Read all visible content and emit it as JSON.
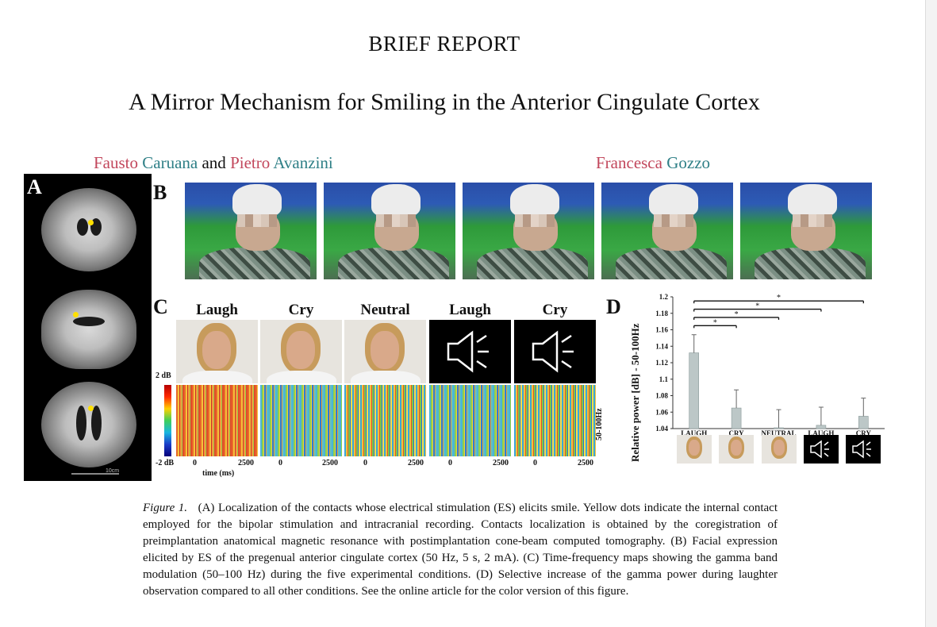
{
  "header": {
    "report_label": "BRIEF REPORT",
    "title": "A Mirror Mechanism for Smiling in the Anterior Cingulate Cortex"
  },
  "authors": [
    {
      "first": "Fausto",
      "last": "Caruana"
    },
    {
      "first": "Pietro",
      "last": "Avanzini"
    },
    {
      "first": "Francesca",
      "last": "Gozzo"
    }
  ],
  "authors_joiner": "and",
  "figure": {
    "panels": {
      "a": "A",
      "b": "B",
      "c": "C",
      "d": "D"
    },
    "panel_a_scale": "10cm",
    "conditions": [
      "Laugh",
      "Cry",
      "Neutral",
      "Laugh",
      "Cry"
    ],
    "colorbar_top": "2 dB",
    "colorbar_bottom": "-2 dB",
    "tf_tick_start": "0",
    "tf_tick_end": "2500",
    "tf_xlabel": "time (ms)",
    "tf_band_label": "50-100Hz",
    "icon_names": {
      "speaker": "speaker-icon",
      "photo": "face-photo"
    }
  },
  "chart_data": {
    "type": "bar",
    "categories": [
      "LAUGH",
      "CRY",
      "NEUTRAL",
      "LAUGH",
      "CRY"
    ],
    "values": [
      1.132,
      1.065,
      1.041,
      1.044,
      1.055
    ],
    "errors": [
      0.022,
      0.022,
      0.022,
      0.022,
      0.022
    ],
    "ylabel": "Relative power [dB] - 50-100Hz",
    "ylim": [
      1.04,
      1.2
    ],
    "yticks": [
      "1.04",
      "1.06",
      "1.08",
      "1.1",
      "1.12",
      "1.14",
      "1.16",
      "1.18",
      "1.2"
    ],
    "significance_marker": "*",
    "significance_pairs": [
      [
        "LAUGH",
        "CRY"
      ],
      [
        "LAUGH",
        "NEUTRAL"
      ],
      [
        "LAUGH",
        "LAUGH"
      ],
      [
        "LAUGH",
        "CRY"
      ]
    ],
    "bar_color": "#bcc7c7"
  },
  "caption": {
    "label": "Figure 1.",
    "text": "(A) Localization of the contacts whose electrical stimulation (ES) elicits smile. Yellow dots indicate the internal contact employed for the bipolar stimulation and intracranial recording. Contacts localization is obtained by the coregistration of preimplantation anatomical magnetic resonance with postimplantation cone-beam computed tomography. (B) Facial expression elicited by ES of the pregenual anterior cingulate cortex (50 Hz, 5 s, 2 mA). (C) Time-frequency maps showing the gamma band modulation (50–100 Hz) during the five experimental conditions. (D) Selective increase of the gamma power during laughter observation compared to all other conditions. See the online article for the color version of this figure."
  },
  "colors": {
    "author_first": "#c2475c",
    "author_last": "#2e7f86"
  }
}
